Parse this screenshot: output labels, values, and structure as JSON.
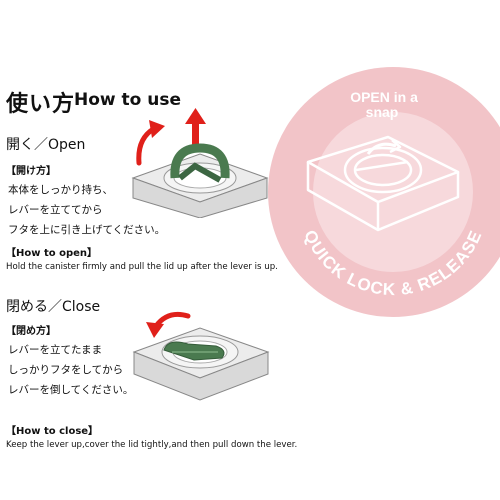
{
  "header": {
    "title_jp": "使い方",
    "title_en": "How to use"
  },
  "open": {
    "heading": "開く／Open",
    "jp_subhead": "【開け方】",
    "jp_lines": [
      "本体をしっかり持ち、",
      "レバーを立ててから",
      "フタを上に引き上げてください。"
    ],
    "en_subhead": "【How to open】",
    "en_text": "Hold the canister firmly and pull the lid up after the lever is up."
  },
  "close": {
    "heading": "閉める／Close",
    "jp_subhead": "【閉め方】",
    "jp_lines": [
      "レバーを立てたまま",
      "しっかりフタをしてから",
      "レバーを倒してください。"
    ],
    "en_subhead": "【How to close】",
    "en_text": "Keep the lever up,cover the lid tightly,and then pull down the lever."
  },
  "badge": {
    "top_text": "OPEN in a snap",
    "ring_text": "QUICK LOCK & RELEASE"
  },
  "colors": {
    "badge_pink": "#f2c4c8",
    "badge_ring": "#f7d9dc",
    "lever_green": "#4a7a4f",
    "arrow_red": "#e0201a",
    "canister_gray": "#d9d9d9"
  },
  "icons": [
    "curved-arrow-icon",
    "up-arrow-icon",
    "canister-open-illustration",
    "canister-close-illustration"
  ]
}
